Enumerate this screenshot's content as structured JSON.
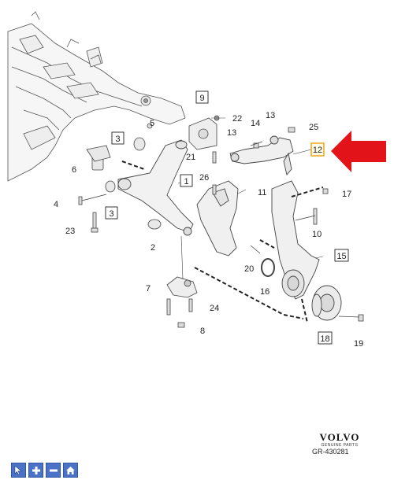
{
  "callouts": {
    "n1": "1",
    "n2": "2",
    "n3a": "3",
    "n3b": "3",
    "n4": "4",
    "n5": "5",
    "n6": "6",
    "n7": "7",
    "n8": "8",
    "n9": "9",
    "n10": "10",
    "n11": "11",
    "n12": "12",
    "n13a": "13",
    "n13b": "13",
    "n14": "14",
    "n15": "15",
    "n16": "16",
    "n17": "17",
    "n18": "18",
    "n19": "19",
    "n20": "20",
    "n21": "21",
    "n22": "22",
    "n23": "23",
    "n24": "24",
    "n25": "25",
    "n26": "26"
  },
  "highlight": {
    "part": "12",
    "color": "#e8a20c",
    "arrow_color": "#e3131a"
  },
  "brand": {
    "logo": "VOLVO",
    "sub": "GENUINE PARTS"
  },
  "drawing_id": "GR-430281",
  "toolbar": {
    "buttons": [
      {
        "icon": "pointer-icon"
      },
      {
        "icon": "zoom-in-icon"
      },
      {
        "icon": "zoom-out-icon"
      },
      {
        "icon": "home-icon"
      }
    ],
    "color": "#4a73c7"
  }
}
